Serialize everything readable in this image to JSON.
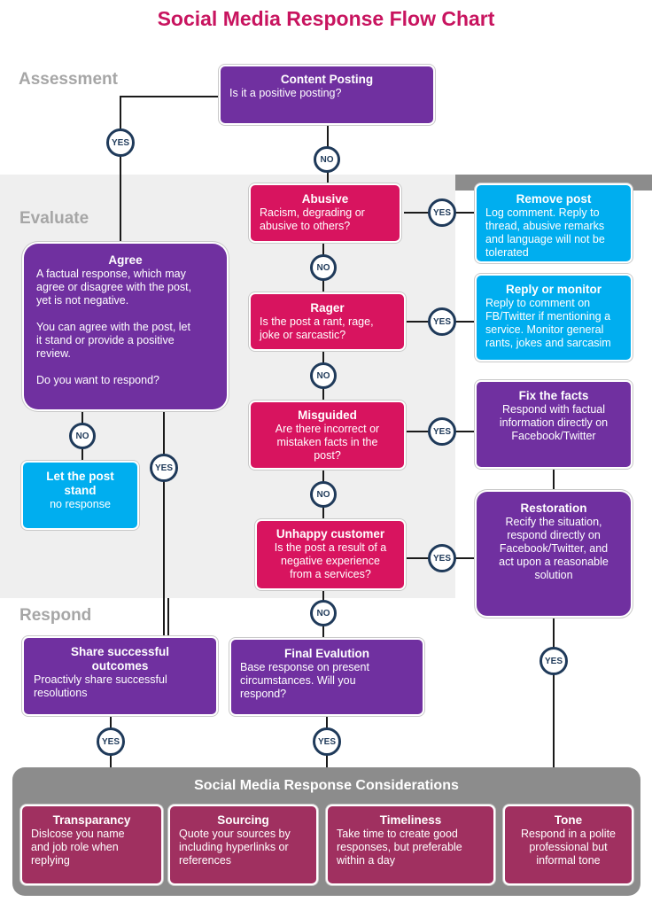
{
  "title": "Social Media Response Flow Chart",
  "sections": {
    "assessment": "Assessment",
    "evaluate": "Evaluate",
    "respond": "Respond"
  },
  "nodes": {
    "content_posting": {
      "title": "Content Posting",
      "text": "Is it a positive posting?"
    },
    "abusive": {
      "title": "Abusive",
      "text": "Racism, degrading or\nabusive to others?"
    },
    "rager": {
      "title": "Rager",
      "text": "Is the post a rant, rage,\njoke or sarcastic?"
    },
    "misguided": {
      "title": "Misguided",
      "text": "Are there incorrect or\nmistaken facts in the\npost?"
    },
    "unhappy": {
      "title": "Unhappy customer",
      "text": "Is the post a result of a\nnegative experience\nfrom a services?"
    },
    "final": {
      "title": "Final Evalution",
      "text": "Base response on present\ncircumstances.  Will you\nrespond?"
    },
    "agree": {
      "title": "Agree",
      "text": "A factual response, which may\nagree or disagree with the post,\nyet is not negative.\n\nYou can agree with the post, let\nit stand or provide a positive\nreview.\n\nDo you want to respond?"
    },
    "let_stand": {
      "title": "Let the post\nstand",
      "text": "no response"
    },
    "share": {
      "title": "Share successful\noutcomes",
      "text": "Proactivly share successful\nresolutions"
    },
    "remove": {
      "title": "Remove post",
      "text": "Log comment. Reply to\nthread, abusive remarks\nand language will not be\ntolerated"
    },
    "reply": {
      "title": "Reply or monitor",
      "text": "Reply to comment on\nFB/Twitter if mentioning a\nservice.  Monitor general\nrants, jokes and sarcasim"
    },
    "fix": {
      "title": "Fix the facts",
      "text": "Respond with factual\ninformation directly on\nFacebook/Twitter"
    },
    "restoration": {
      "title": "Restoration",
      "text": "Recify the situation,\nrespond directly on\nFacebook/Twitter, and\nact upon a reasonable\nsolution"
    }
  },
  "labels": {
    "yes": "YES",
    "no": "NO"
  },
  "considerations": {
    "title": "Social Media Response Considerations",
    "items": [
      {
        "title": "Transparancy",
        "text": "Dislcose you name\nand job role when\nreplying"
      },
      {
        "title": "Sourcing",
        "text": "Quote your sources by\nincluding hyperlinks or\nreferences"
      },
      {
        "title": "Timeliness",
        "text": "Take time to create good\nresponses, but preferable\nwithin a day"
      },
      {
        "title": "Tone",
        "text": "Respond in a polite\nprofessional but\ninformal tone"
      }
    ]
  },
  "colors": {
    "purple": "#7030a0",
    "pink": "#d8145f",
    "blue": "#00aeef",
    "wine": "#a03060",
    "title": "#c8145f",
    "gray": "#8c8c8c"
  }
}
